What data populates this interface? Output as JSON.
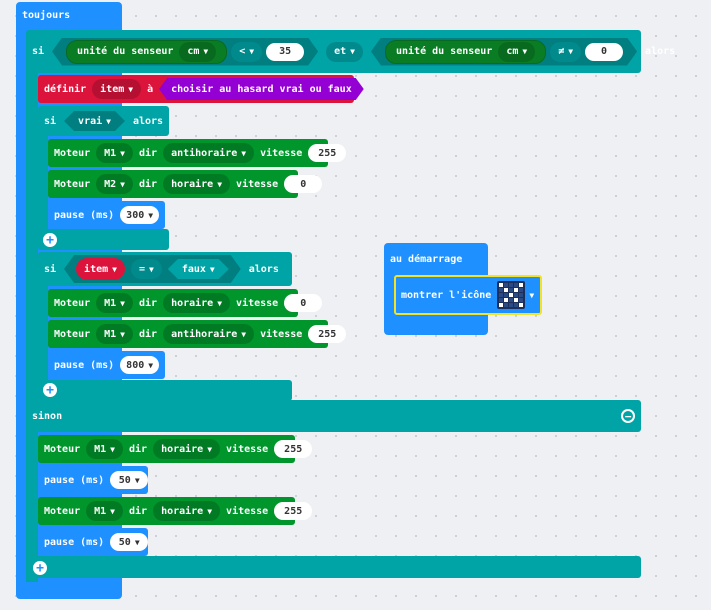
{
  "toujours": {
    "label": "toujours"
  },
  "if_main": {
    "si": "si",
    "alors": "alors",
    "sinon": "sinon",
    "et": "et",
    "cond_left": {
      "sensor": "unité du senseur",
      "unit": "cm",
      "op": "<",
      "value": "35"
    },
    "cond_right": {
      "sensor": "unité du senseur",
      "unit": "cm",
      "op": "≠",
      "value": "0"
    }
  },
  "set_item": {
    "definir": "définir",
    "var": "item",
    "a": "à",
    "random": "choisir au hasard vrai ou faux"
  },
  "if_vrai": {
    "si": "si",
    "value": "vrai",
    "alors": "alors"
  },
  "moteur_1": {
    "label": "Moteur",
    "motor": "M1",
    "dir": "dir",
    "direction": "antihoraire",
    "vitesse": "vitesse",
    "speed": "255"
  },
  "moteur_2": {
    "label": "Moteur",
    "motor": "M2",
    "dir": "dir",
    "direction": "horaire",
    "vitesse": "vitesse",
    "speed": "0"
  },
  "pause_1": {
    "label": "pause (ms)",
    "value": "300"
  },
  "if_item": {
    "si": "si",
    "var": "item",
    "op": "=",
    "value": "faux",
    "alors": "alors"
  },
  "moteur_3": {
    "label": "Moteur",
    "motor": "M1",
    "dir": "dir",
    "direction": "horaire",
    "vitesse": "vitesse",
    "speed": "0"
  },
  "moteur_4": {
    "label": "Moteur",
    "motor": "M1",
    "dir": "dir",
    "direction": "antihoraire",
    "vitesse": "vitesse",
    "speed": "255"
  },
  "pause_2": {
    "label": "pause (ms)",
    "value": "800"
  },
  "moteur_5": {
    "label": "Moteur",
    "motor": "M1",
    "dir": "dir",
    "direction": "horaire",
    "vitesse": "vitesse",
    "speed": "255"
  },
  "pause_3": {
    "label": "pause (ms)",
    "value": "50"
  },
  "moteur_6": {
    "label": "Moteur",
    "motor": "M1",
    "dir": "dir",
    "direction": "horaire",
    "vitesse": "vitesse",
    "speed": "255"
  },
  "pause_4": {
    "label": "pause (ms)",
    "value": "50"
  },
  "au_demarrage": {
    "label": "au démarrage",
    "show_icon": "montrer l'icône",
    "icon_name": "x-icon"
  },
  "icons": {
    "dropdown": "▼",
    "plus": "+",
    "minus": "−"
  },
  "colors": {
    "loop": "#1e90ff",
    "logic": "#00a4a6",
    "motor": "#00962c",
    "variable": "#dc143c",
    "random": "#9400d3",
    "basic": "#1e90ff"
  }
}
